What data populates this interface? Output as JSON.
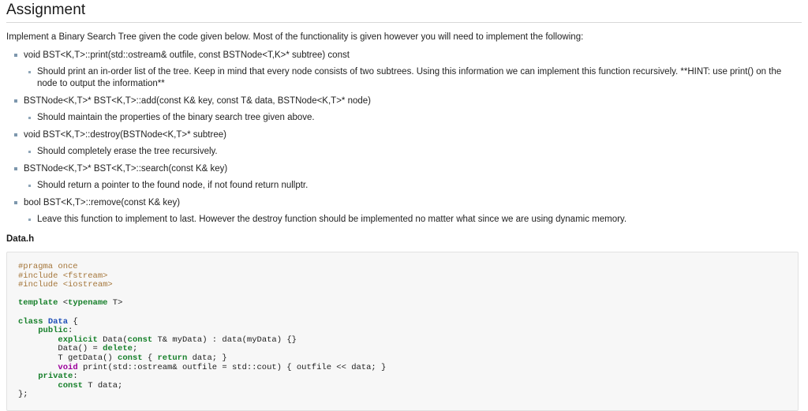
{
  "page": {
    "title": "Assignment",
    "intro": "Implement a Binary Search Tree given the code given below. Most of the functionality is given however you will need to implement the following:"
  },
  "colors": {
    "rule": "#d8d8d8",
    "bullet": "#7d97ad",
    "code_bg": "#f7f7f7",
    "code_border": "#e2e2e2",
    "keyword_green": "#17802b",
    "type_magenta": "#9b009b",
    "classname_blue": "#1f4fb8",
    "preprocessor_brown": "#a5763a",
    "text": "#222222"
  },
  "requirements": [
    {
      "signature": "void BST<K,T>::print(std::ostream& outfile, const BSTNode<T,K>* subtree) const",
      "notes": [
        "Should print an in-order list of the tree. Keep in mind that every node consists of two subtrees. Using this information we can implement this function recursively. **HINT: use print() on the node to output the information**"
      ]
    },
    {
      "signature": "BSTNode<K,T>* BST<K,T>::add(const K& key, const T& data, BSTNode<K,T>* node)",
      "notes": [
        "Should maintain the properties of the binary search tree given above."
      ]
    },
    {
      "signature": "void BST<K,T>::destroy(BSTNode<K,T>* subtree)",
      "notes": [
        "Should completely erase the tree recursively."
      ]
    },
    {
      "signature": "BSTNode<K,T>* BST<K,T>::search(const K& key)",
      "notes": [
        "Should return a pointer to the found node, if not found return nullptr."
      ]
    },
    {
      "signature": "bool BST<K,T>::remove(const K& key)",
      "notes": [
        "Leave this function to implement to last. However the destroy function should be implemented no matter what since we are using dynamic memory."
      ]
    }
  ],
  "code_section": {
    "filename": "Data.h",
    "lines": [
      "#pragma once",
      "#include <fstream>",
      "#include <iostream>",
      "",
      "template <typename T>",
      "",
      "class Data {",
      "    public:",
      "        explicit Data(const T& myData) : data(myData) {}",
      "        Data() = delete;",
      "        T getData() const { return data; }",
      "        void print(std::ostream& outfile = std::cout) { outfile << data; }",
      "    private:",
      "        const T data;",
      "};"
    ]
  }
}
